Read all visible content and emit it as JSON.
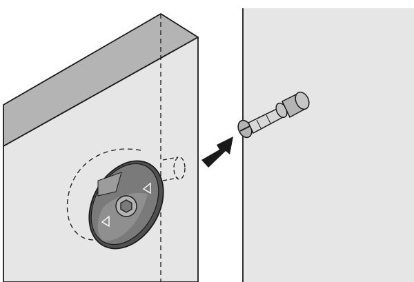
{
  "diagram": {
    "colors": {
      "panel_face": "#e6e6e6",
      "panel_top": "#b4b4b4",
      "outline": "#1a1a1a",
      "fitting_dark": "#505050",
      "fitting_mid": "#7a7a7a",
      "fitting_light": "#9c9c9c",
      "bolt_light": "#d8d8d8",
      "arrow": "#1a1a1a"
    },
    "parts": [
      "wood-panel",
      "cam-lock-fitting",
      "connecting-bolt",
      "insertion-arrow",
      "side-panel"
    ]
  }
}
